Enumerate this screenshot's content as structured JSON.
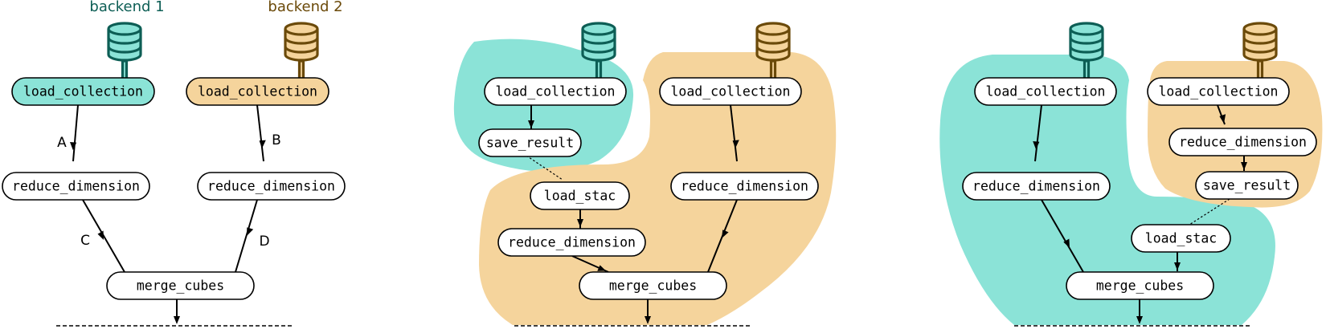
{
  "colors": {
    "backend1": "#8be3d7",
    "backend1_stroke": "#0d5e55",
    "backend2": "#f5d49c",
    "backend2_stroke": "#6b4a0a"
  },
  "icons": {
    "backend": "database-icon"
  },
  "backends": {
    "backend1": "backend 1",
    "backend2": "backend 2"
  },
  "panel1": {
    "nodes": {
      "lc1": "load_collection",
      "lc2": "load_collection",
      "rd1": "reduce_dimension",
      "rd2": "reduce_dimension",
      "merge": "merge_cubes"
    },
    "edge_labels": {
      "a": "A",
      "b": "B",
      "c": "C",
      "d": "D"
    }
  },
  "panel2": {
    "nodes": {
      "lc1": "load_collection",
      "save": "save_result",
      "stac": "load_stac",
      "rd_left": "reduce_dimension",
      "lc2": "load_collection",
      "rd_right": "reduce_dimension",
      "merge": "merge_cubes"
    }
  },
  "panel3": {
    "nodes": {
      "lc1": "load_collection",
      "rd_left": "reduce_dimension",
      "lc2": "load_collection",
      "rd_right": "reduce_dimension",
      "save": "save_result",
      "stac": "load_stac",
      "merge": "merge_cubes"
    }
  }
}
